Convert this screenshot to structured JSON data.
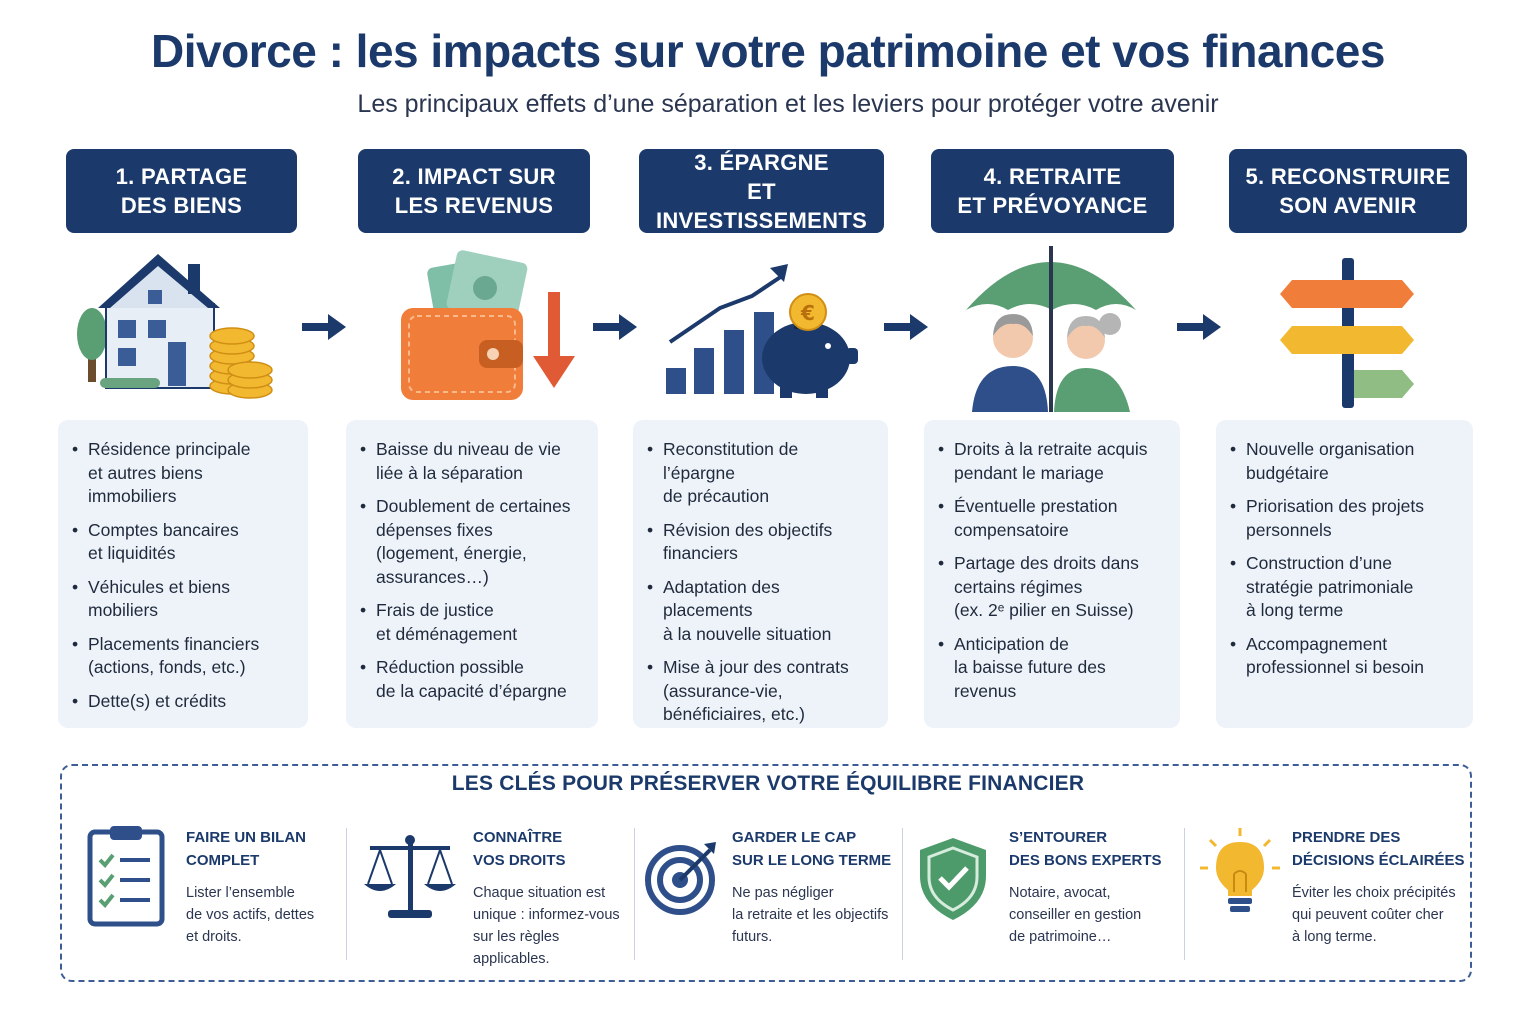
{
  "title": "Divorce : les impacts sur votre patrimoine et vos finances",
  "subtitle": "Les principaux effets d’une séparation et les leviers pour protéger votre avenir",
  "colors": {
    "navy": "#1b3a6b",
    "card_bg": "#eef3f9",
    "orange": "#f07e3a",
    "gold": "#f2b830",
    "green": "#5a9e73",
    "red": "#e05a35"
  },
  "steps": [
    {
      "heading": "1. PARTAGE\nDES BIENS",
      "icon": "house-coins-icon",
      "bullets": [
        "Résidence principale\net autres biens\nimmobiliers",
        "Comptes bancaires\net liquidités",
        "Véhicules et biens\nmobiliers",
        "Placements financiers\n(actions, fonds, etc.)",
        "Dette(s) et crédits"
      ]
    },
    {
      "heading": "2. IMPACT SUR\nLES REVENUS",
      "icon": "wallet-down-icon",
      "bullets": [
        "Baisse du niveau de vie\nliée à la séparation",
        "Doublement de certaines\ndépenses fixes\n(logement, énergie,\nassurances…)",
        "Frais de justice\net déménagement",
        "Réduction possible\nde la capacité d’épargne"
      ]
    },
    {
      "heading": "3. ÉPARGNE\nET INVESTISSEMENTS",
      "icon": "growth-piggy-bank-icon",
      "bullets": [
        "Reconstitution de l’épargne\nde précaution",
        "Révision des objectifs\nfinanciers",
        "Adaptation des placements\nà la nouvelle situation",
        "Mise à jour des contrats\n(assurance-vie,\nbénéficiaires, etc.)"
      ]
    },
    {
      "heading": "4. RETRAITE\nET PRÉVOYANCE",
      "icon": "umbrella-couple-icon",
      "bullets": [
        "Droits à la retraite acquis\npendant le mariage",
        "Éventuelle prestation\ncompensatoire",
        "Partage des droits dans\ncertains régimes\n(ex. 2ᵉ pilier en Suisse)",
        "Anticipation de\nla baisse future des\nrevenus"
      ]
    },
    {
      "heading": "5. RECONSTRUIRE\nSON AVENIR",
      "icon": "signpost-icon",
      "bullets": [
        "Nouvelle organisation\nbudgétaire",
        "Priorisation des projets\npersonnels",
        "Construction d’une\nstratégie patrimoniale\nà long terme",
        "Accompagnement\nprofessionnel si besoin"
      ]
    }
  ],
  "keys_section": {
    "title": "LES CLÉS POUR PRÉSERVER VOTRE ÉQUILIBRE FINANCIER",
    "items": [
      {
        "title": "FAIRE UN BILAN\nCOMPLET",
        "text": "Lister l’ensemble\nde vos actifs, dettes\net droits.",
        "icon": "checklist-icon"
      },
      {
        "title": "CONNAÎTRE\nVOS DROITS",
        "text": "Chaque situation est\nunique : informez-vous\nsur les règles applicables.",
        "icon": "scales-icon"
      },
      {
        "title": "GARDER LE CAP\nSUR LE LONG TERME",
        "text": "Ne pas négliger\nla retraite et les objectifs\nfuturs.",
        "icon": "target-icon"
      },
      {
        "title": "S’ENTOURER\nDES BONS EXPERTS",
        "text": "Notaire, avocat,\nconseiller en gestion\nde patrimoine…",
        "icon": "shield-check-icon"
      },
      {
        "title": "PRENDRE DES\nDÉCISIONS ÉCLAIRÉES",
        "text": "Éviter les choix précipités\nqui peuvent coûter cher\nà long terme.",
        "icon": "lightbulb-icon"
      }
    ]
  }
}
